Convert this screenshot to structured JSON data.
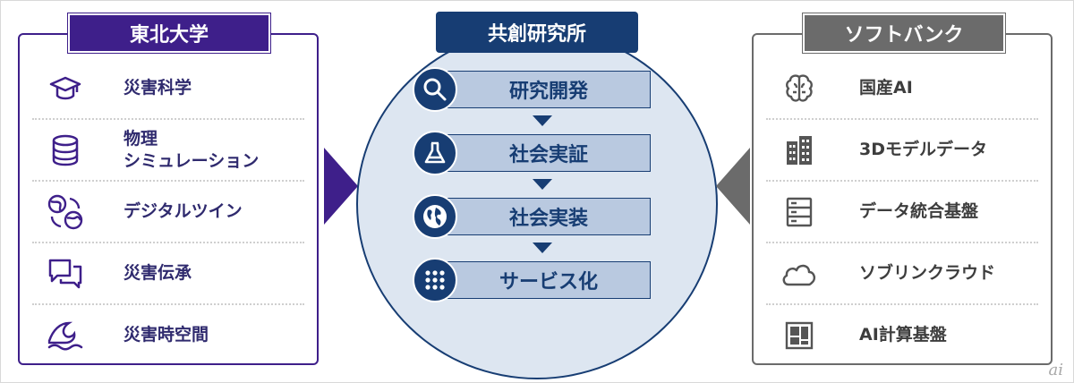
{
  "left": {
    "title": "東北大学",
    "items": [
      {
        "label": "災害科学",
        "icon": "graduation-cap-icon"
      },
      {
        "label": "物理",
        "label2": "シミュレーション",
        "icon": "database-icon"
      },
      {
        "label": "デジタルツイン",
        "icon": "globe-twin-icon"
      },
      {
        "label": "災害伝承",
        "icon": "speech-bubbles-icon"
      },
      {
        "label": "災害時空間",
        "icon": "wave-icon"
      }
    ]
  },
  "center": {
    "title": "共創研究所",
    "steps": [
      {
        "label": "研究開発",
        "icon": "magnifier-icon"
      },
      {
        "label": "社会実証",
        "icon": "flask-icon"
      },
      {
        "label": "社会実装",
        "icon": "world-map-icon"
      },
      {
        "label": "サービス化",
        "icon": "dot-grid-icon"
      }
    ]
  },
  "right": {
    "title": "ソフトバンク",
    "items": [
      {
        "label": "国産AI",
        "icon": "brain-icon"
      },
      {
        "label": "3Dモデルデータ",
        "icon": "buildings-icon"
      },
      {
        "label": "データ統合基盤",
        "icon": "server-icon"
      },
      {
        "label": "ソブリンクラウド",
        "icon": "cloud-icon"
      },
      {
        "label": "AI計算基盤",
        "icon": "chip-board-icon"
      }
    ]
  },
  "watermark": "ai",
  "colors": {
    "tohoku": "#3e1f8a",
    "center": "#173d73",
    "softbank": "#6b6b6b",
    "circle_fill": "#dde6f1"
  }
}
